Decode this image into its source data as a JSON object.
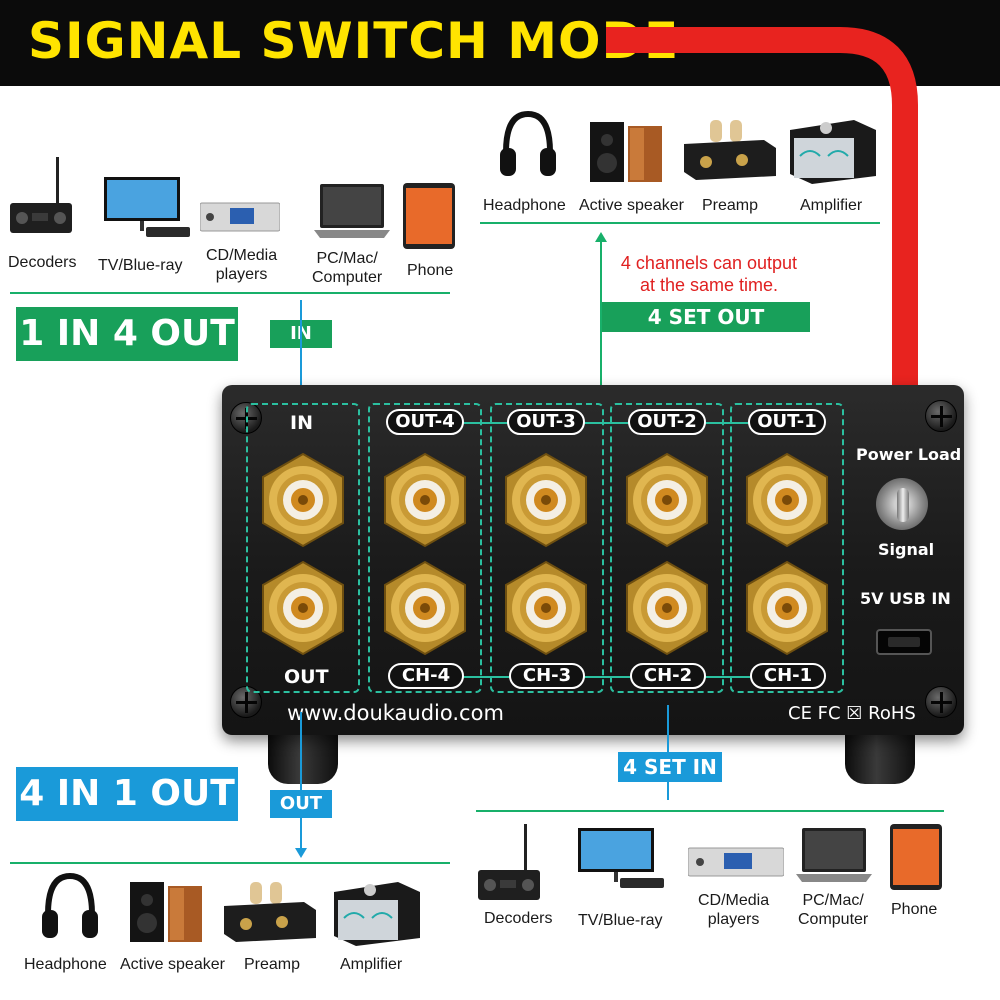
{
  "title": "SIGNAL SWITCH MODE",
  "top_left_sources": {
    "decoders": "Decoders",
    "tv": "TV/Blue-ray",
    "cd_line1": "CD/Media",
    "cd_line2": "players",
    "pc_line1": "PC/Mac/",
    "pc_line2": "Computer",
    "phone": "Phone"
  },
  "top_right_outputs": {
    "headphone": "Headphone",
    "speaker": "Active speaker",
    "preamp": "Preamp",
    "amplifier": "Amplifier"
  },
  "mode_1": "1 IN 4 OUT",
  "mode_2": "4 IN 1 OUT",
  "in_badge": "IN",
  "out_badge": "OUT",
  "note_line1": "4 channels can output",
  "note_line2": "at the same time.",
  "set_out": "4 SET OUT",
  "set_in": "4 SET IN",
  "panel": {
    "in_label": "IN",
    "out_label": "OUT",
    "out_pills": [
      "OUT-4",
      "OUT-3",
      "OUT-2",
      "OUT-1"
    ],
    "ch_pills": [
      "CH-4",
      "CH-3",
      "CH-2",
      "CH-1"
    ],
    "power_load": "Power Load",
    "signal": "Signal",
    "usb": "5V USB IN",
    "website": "www.doukaudio.com",
    "certs": "CE FC ☒ RoHS"
  },
  "bottom_left_outputs": {
    "headphone": "Headphone",
    "speaker": "Active speaker",
    "preamp": "Preamp",
    "amplifier": "Amplifier"
  },
  "bottom_right_sources": {
    "decoders": "Decoders",
    "tv": "TV/Blue-ray",
    "cd_line1": "CD/Media",
    "cd_line2": "players",
    "pc_line1": "PC/Mac/",
    "pc_line2": "Computer",
    "phone": "Phone"
  },
  "colors": {
    "title": "#ffe400",
    "green": "#18a05a",
    "blue": "#1a9ad9",
    "red": "#e02020",
    "teal_dash": "#2bc0a0"
  }
}
